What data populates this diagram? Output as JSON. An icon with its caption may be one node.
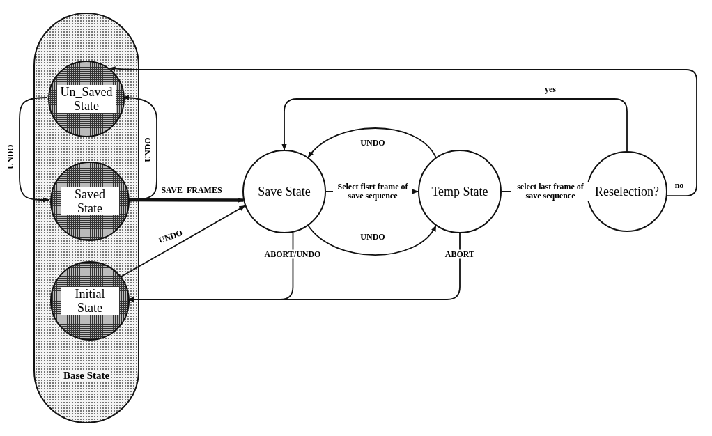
{
  "diagram": {
    "nodes": [
      {
        "text": [
          "Base State"
        ]
      },
      {
        "text": [
          "Un_Saved State"
        ],
        "in": 0
      },
      {
        "text": [
          "Saved State"
        ],
        "in": 0
      },
      {
        "text": [
          "Initial State"
        ],
        "in": 0
      },
      {
        "text": [
          "Save State"
        ]
      },
      {
        "text": [
          "Temp State"
        ]
      },
      {
        "text": [
          "Reselection?"
        ]
      }
    ],
    "edges": [
      {
        "from": 1,
        "to": 2,
        "arrow": "to",
        "label": "UNDO"
      },
      {
        "from": 2,
        "to": 1,
        "arrow": "to",
        "label": "UNDO"
      },
      {
        "from": 2,
        "to": 4,
        "arrow": "to",
        "label": "SAVE_FRAMES",
        "style": "thick"
      },
      {
        "from": 3,
        "to": 4,
        "arrow": "to",
        "label": "UNDO"
      },
      {
        "from": 4,
        "to": 5,
        "arrow": "to",
        "label": "Select fisrt frame of save sequence"
      },
      {
        "from": 5,
        "to": 4,
        "arrow": "to",
        "label": "UNDO"
      },
      {
        "from": 4,
        "to": 5,
        "arrow": "to",
        "label": "UNDO"
      },
      {
        "from": 4,
        "to": 3,
        "arrow": "to",
        "label": "ABORT/UNDO"
      },
      {
        "from": 5,
        "to": 3,
        "arrow": "to",
        "label": "ABORT"
      },
      {
        "from": 5,
        "to": 6,
        "arrow": "to",
        "label": "select last frame of save sequence"
      },
      {
        "from": 6,
        "to": 4,
        "arrow": "to",
        "label": "yes"
      },
      {
        "from": 6,
        "to": 1,
        "arrow": "to",
        "label": "no"
      }
    ]
  }
}
